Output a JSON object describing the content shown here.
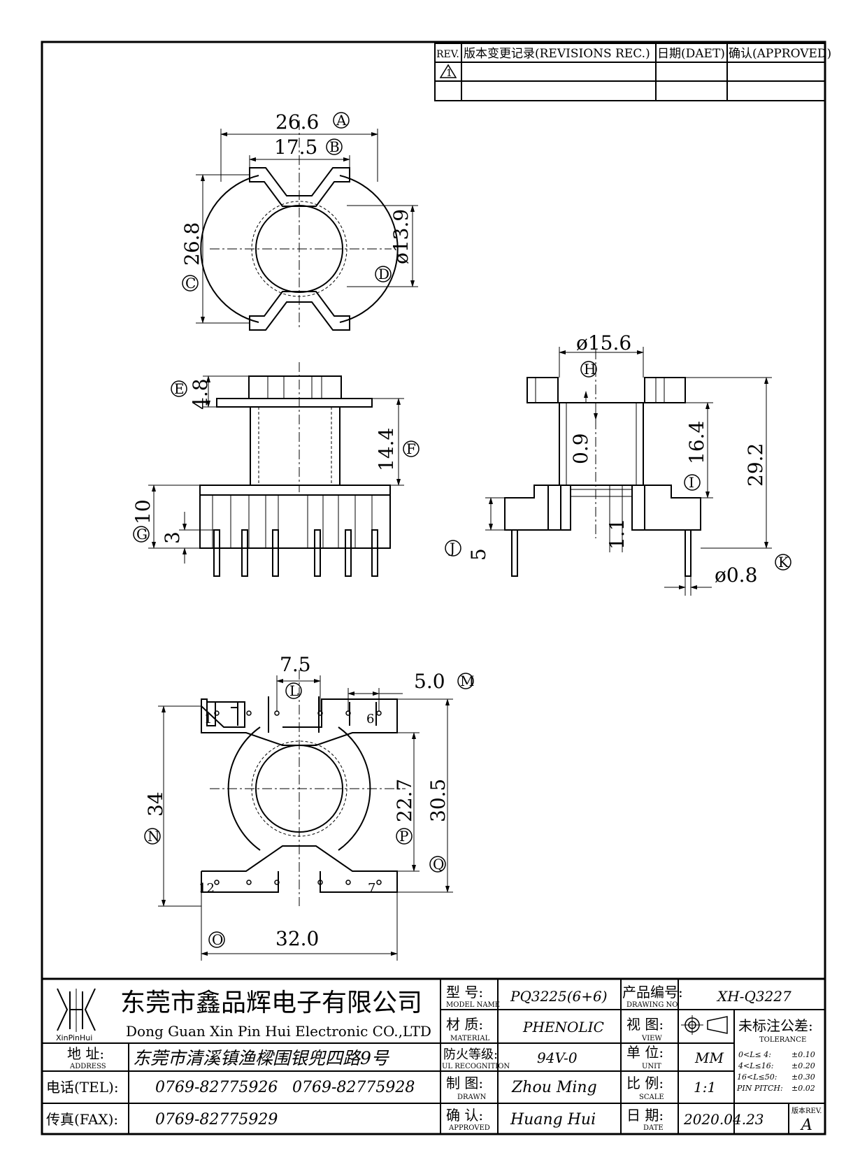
{
  "revision_table": {
    "headers": [
      "REV.",
      "版本变更记录(REVISIONS REC.)",
      "日期(DAET)",
      "确认(APPROVED)"
    ],
    "rev_marker": "1"
  },
  "views": {
    "top": {
      "width_a": "26.6",
      "label_a": "A",
      "width_b": "17.5",
      "label_b": "B",
      "height_c": "26.8",
      "label_c": "C",
      "diameter_d": "ø13.9",
      "label_d": "D"
    },
    "front": {
      "flange_e": "4.8",
      "label_e": "E",
      "winding_f": "14.4",
      "label_f": "F",
      "base_g": "10",
      "label_g": "G",
      "pin_offset": "3"
    },
    "side": {
      "diameter_top": "ø15.6",
      "wall_h": "0.9",
      "label_h": "H",
      "height_i": "16.4",
      "label_i": "I",
      "total_height": "29.2",
      "gap": "1.1",
      "pin_j": "5",
      "label_j": "J",
      "pin_dia_k": "ø0.8",
      "label_k": "K"
    },
    "bottom": {
      "pitch_l": "7.5",
      "label_l": "L",
      "pitch_m": "5.0",
      "label_m": "M",
      "height_n": "34",
      "label_n": "N",
      "width_o": "32.0",
      "label_o": "O",
      "inner_p": "22.7",
      "label_p": "P",
      "span_q": "30.5",
      "label_q": "Q",
      "pin_labels": [
        "1",
        "6",
        "12",
        "7"
      ]
    }
  },
  "title_block": {
    "logo_text": "XinPinHui",
    "company_cn": "东莞市鑫品辉电子有限公司",
    "company_en": "Dong Guan Xin Pin Hui Electronic CO.,LTD",
    "address_label": "地  址:",
    "address_label_en": "ADDRESS",
    "address": "东莞市清溪镇渔樑围银兜四路9号",
    "tel_label": "电话(TEL):",
    "tel1": "0769-82775926",
    "tel2": "0769-82775928",
    "fax_label": "传真(FAX):",
    "fax": "0769-82775929",
    "model_label": "型  号:",
    "model_label_en": "MODEL NAME",
    "model": "PQ3225(6+6)",
    "material_label": "材  质:",
    "material_label_en": "MATERIAL",
    "material": "PHENOLIC",
    "ul_label": "防火等级:",
    "ul_label_en": "UL RECOGNITION",
    "ul": "94V-0",
    "drawn_label": "制  图:",
    "drawn_label_en": "DRAWN",
    "drawn": "Zhou Ming",
    "approved_label": "确  认:",
    "approved_label_en": "APPROVED",
    "approved": "Huang Hui",
    "drawing_no_label": "产品编号:",
    "drawing_no_label_en": "DRAWING NO.",
    "drawing_no": "XH-Q3227",
    "view_label": "视  图:",
    "view_label_en": "VIEW",
    "unit_label": "单  位:",
    "unit_label_en": "UNIT",
    "unit": "MM",
    "scale_label": "比  例:",
    "scale_label_en": "SCALE",
    "scale": "1:1",
    "date_label": "日  期:",
    "date_label_en": "DATE",
    "date": "2020.04.23",
    "tolerance_title": "未标注公差:",
    "tolerance_en": "TOLERANCE",
    "tolerances": [
      {
        "range": "0<L≤ 4:",
        "value": "±0.10"
      },
      {
        "range": "4<L≤16:",
        "value": "±0.20"
      },
      {
        "range": "16<L≤50:",
        "value": "±0.30"
      },
      {
        "range": "PIN PITCH:",
        "value": "±0.02"
      }
    ],
    "rev_label": "版本REV.",
    "rev": "A"
  }
}
